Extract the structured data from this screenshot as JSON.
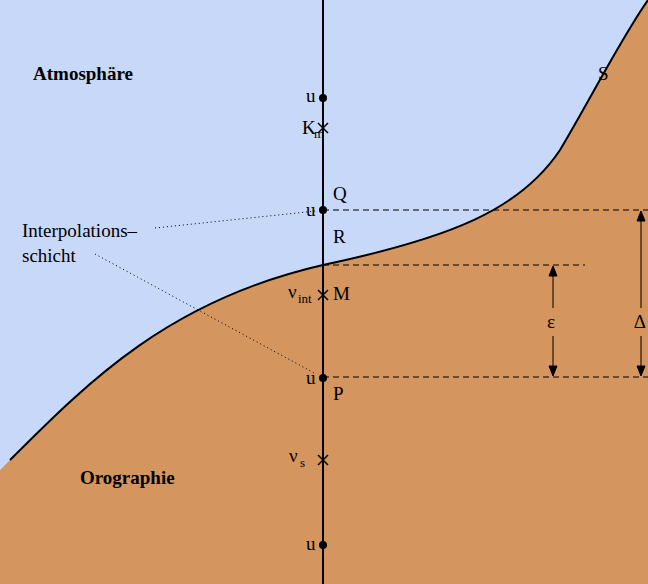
{
  "diagram": {
    "labels": [
      "Atmosphäre",
      "S",
      "u",
      "K",
      "m",
      "Q",
      "u",
      "Interpolations– schicht",
      "R",
      "ν",
      "int",
      "M",
      "ε",
      "Δ",
      "u",
      "P",
      "ν",
      "s",
      "Orographie",
      "u"
    ]
  }
}
